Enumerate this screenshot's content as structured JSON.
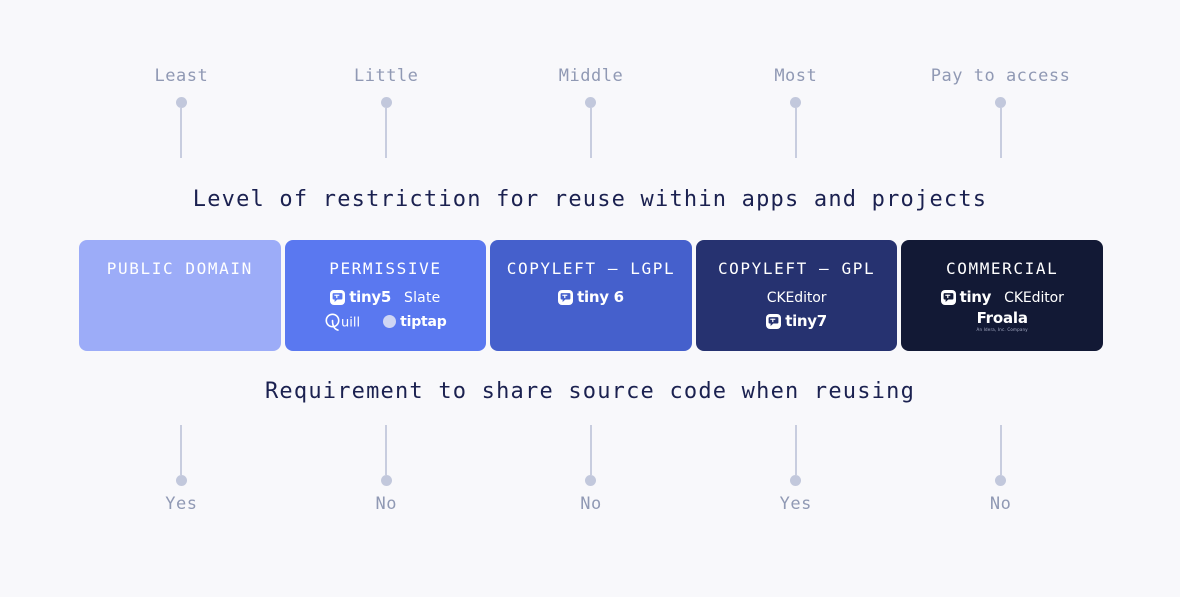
{
  "theme": {
    "background": "#f8f8fb",
    "heading_color": "#1b2150",
    "pin_label_color": "#9099b4",
    "pin_dot_color": "#c2c8dc",
    "pin_stem_color": "#c8cddf"
  },
  "top_scale": {
    "heading": "Level of restriction for reuse within apps and projects",
    "labels": [
      "Least",
      "Little",
      "Middle",
      "Most",
      "Pay to access"
    ]
  },
  "bottom_scale": {
    "heading": "Requirement to share source code when reusing",
    "labels": [
      "Yes",
      "No",
      "No",
      "Yes",
      "No"
    ]
  },
  "cards": [
    {
      "title": "PUBLIC DOMAIN",
      "bg": "#9cacf8",
      "logo_rows": []
    },
    {
      "title": "PERMISSIVE",
      "bg": "#5a78f0",
      "logo_rows": [
        [
          {
            "kind": "tiny",
            "label": "tiny5"
          },
          {
            "kind": "text",
            "label": "Slate",
            "style": "slate"
          }
        ],
        [
          {
            "kind": "quill",
            "label": "Quill"
          },
          {
            "kind": "tiptap",
            "label": "tiptap"
          }
        ]
      ]
    },
    {
      "title": "COPYLEFT — LGPL",
      "bg": "#4560cc",
      "logo_rows": [
        [
          {
            "kind": "tiny",
            "label": "tiny 6"
          }
        ]
      ]
    },
    {
      "title": "COPYLEFT — GPL",
      "bg": "#263270",
      "logo_rows": [
        [
          {
            "kind": "text",
            "label": "CKEditor",
            "style": "ck"
          }
        ],
        [
          {
            "kind": "tiny",
            "label": "tiny7"
          }
        ]
      ]
    },
    {
      "title": "COMMERCIAL",
      "bg": "#121935",
      "logo_rows": [
        [
          {
            "kind": "tiny",
            "label": "tiny"
          },
          {
            "kind": "text",
            "label": "CKEditor",
            "style": "ck"
          }
        ],
        [
          {
            "kind": "froala",
            "label": "Froala",
            "sub": "An Idera, Inc. Company"
          }
        ]
      ]
    }
  ]
}
